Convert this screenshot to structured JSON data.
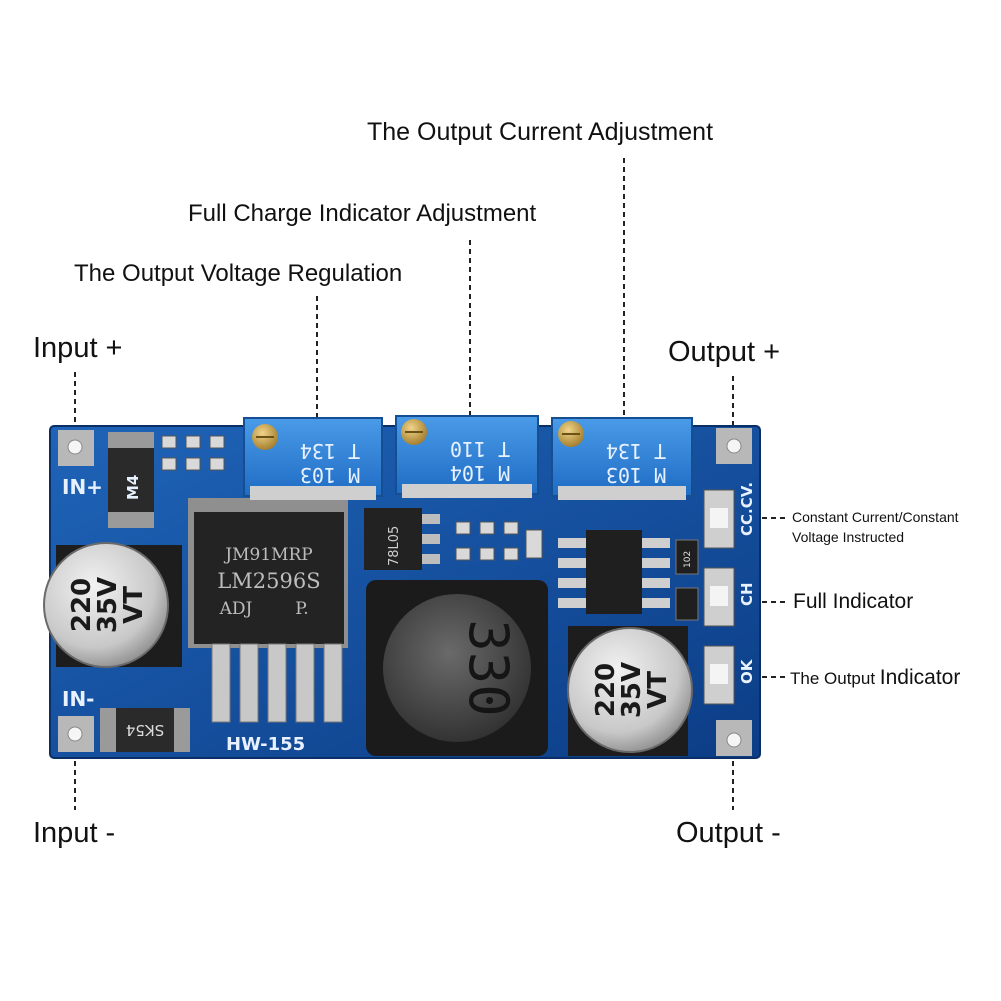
{
  "labels": {
    "input_plus": "Input +",
    "input_minus": "Input -",
    "output_plus": "Output +",
    "output_minus": "Output -",
    "output_current_adjustment": "The Output Current Adjustment",
    "full_charge_indicator_adjustment": "Full Charge Indicator Adjustment",
    "output_voltage_regulation": "The Output Voltage Regulation",
    "cc_cv_line1": "Constant Current/Constant",
    "cc_cv_line2": "Voltage Instructed",
    "full_indicator": "Full Indicator",
    "output_indicator_prefix": "The Output ",
    "output_indicator_suffix": "Indicator"
  },
  "board": {
    "model": "HW-155",
    "in_plus": "IN+",
    "in_minus": "IN-",
    "chip_line1": "JM91MRP",
    "chip_line2": "LM2596S",
    "chip_line3": "ADJ",
    "chip_line4": "P.",
    "regulator": "78L05",
    "inductor": "330",
    "diode_top": "M4",
    "diode_bottom": "SK54",
    "cap_left": [
      "220",
      "35V",
      "VT"
    ],
    "cap_right": [
      "220",
      "35V",
      "VT"
    ],
    "pot_left": {
      "top": "M 103",
      "bottom": "T 134"
    },
    "pot_middle": {
      "top": "M 104",
      "bottom": "T 110"
    },
    "pot_right": {
      "top": "M 103",
      "bottom": "T 134"
    },
    "led_labels": [
      "CC.CV.",
      "CH",
      "OK"
    ],
    "resistor_code": "102"
  }
}
